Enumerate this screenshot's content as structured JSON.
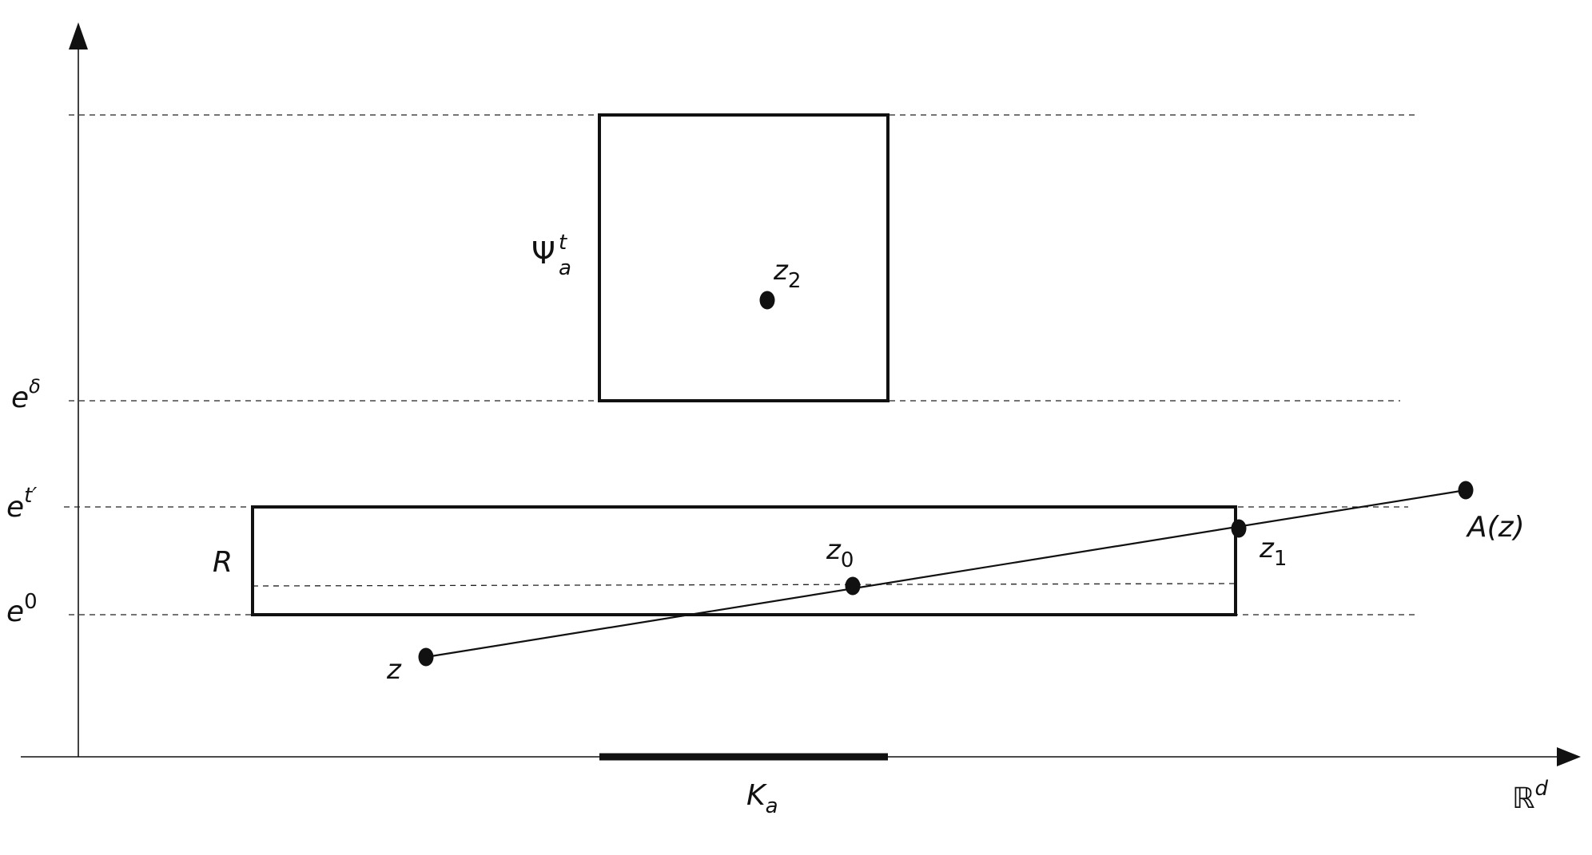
{
  "figure": {
    "y_axis_labels": [
      {
        "base": "e",
        "sup": "δ"
      },
      {
        "base": "e",
        "sup": "t′"
      },
      {
        "base": "e",
        "sup": "0"
      }
    ],
    "x_axis_label": {
      "base": "ℝ",
      "sup": "d"
    },
    "interval_label": {
      "base": "K",
      "sub": "a"
    },
    "boxes": [
      {
        "name": "psi",
        "label_base": "Ψ",
        "label_sup": "t",
        "label_sub": "a"
      },
      {
        "name": "R",
        "label": "R"
      }
    ],
    "points": [
      {
        "name": "z",
        "label": "z"
      },
      {
        "name": "z0",
        "label_base": "z",
        "label_sub": "0"
      },
      {
        "name": "z1",
        "label_base": "z",
        "label_sub": "1"
      },
      {
        "name": "z2",
        "label_base": "z",
        "label_sub": "2"
      },
      {
        "name": "A",
        "label": "A(z)"
      }
    ]
  }
}
